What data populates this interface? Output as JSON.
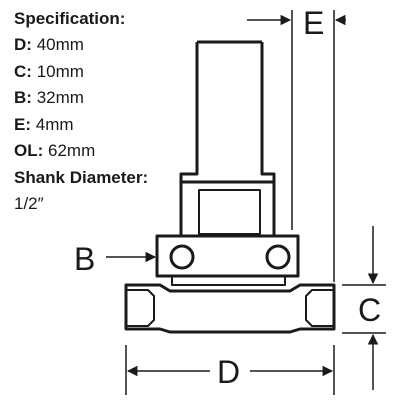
{
  "spec": {
    "title": "Specification:",
    "rows": [
      {
        "key": "D:",
        "value": "40mm"
      },
      {
        "key": "C:",
        "value": "10mm"
      },
      {
        "key": "B:",
        "value": "32mm"
      },
      {
        "key": "E:",
        "value": "4mm"
      },
      {
        "key": "OL:",
        "value": "62mm"
      },
      {
        "key": "Shank Diameter:",
        "value": ""
      }
    ],
    "shank_value": "1/2″"
  },
  "dimension_labels": {
    "E": "E",
    "B": "B",
    "C": "C",
    "D": "D"
  }
}
